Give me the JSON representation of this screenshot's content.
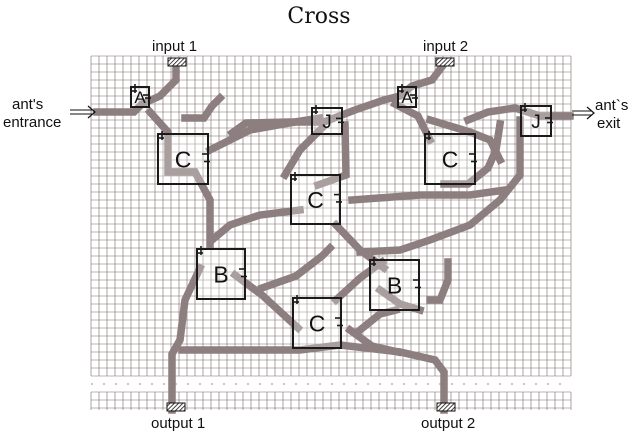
{
  "title": "Cross",
  "ports": {
    "input_1": "input 1",
    "input_2": "input 2",
    "output_1": "output 1",
    "output_2": "output 2"
  },
  "ant": {
    "entrance_line1": "ant's",
    "entrance_line2": "entrance",
    "exit_line1": "ant`s",
    "exit_line2": "exit"
  },
  "gadgets": [
    {
      "id": "A1",
      "letter": "A"
    },
    {
      "id": "A2",
      "letter": "A"
    },
    {
      "id": "J1",
      "letter": "J"
    },
    {
      "id": "J2",
      "letter": "J"
    },
    {
      "id": "C1",
      "letter": "C"
    },
    {
      "id": "C2",
      "letter": "C"
    },
    {
      "id": "C3",
      "letter": "C"
    },
    {
      "id": "C4",
      "letter": "C"
    },
    {
      "id": "B1",
      "letter": "B"
    },
    {
      "id": "B2",
      "letter": "B"
    }
  ],
  "colors": {
    "grid_line": "#7a6a6a",
    "path": "#8d7f7f",
    "box": "#1a1a1a",
    "text": "#111111"
  }
}
